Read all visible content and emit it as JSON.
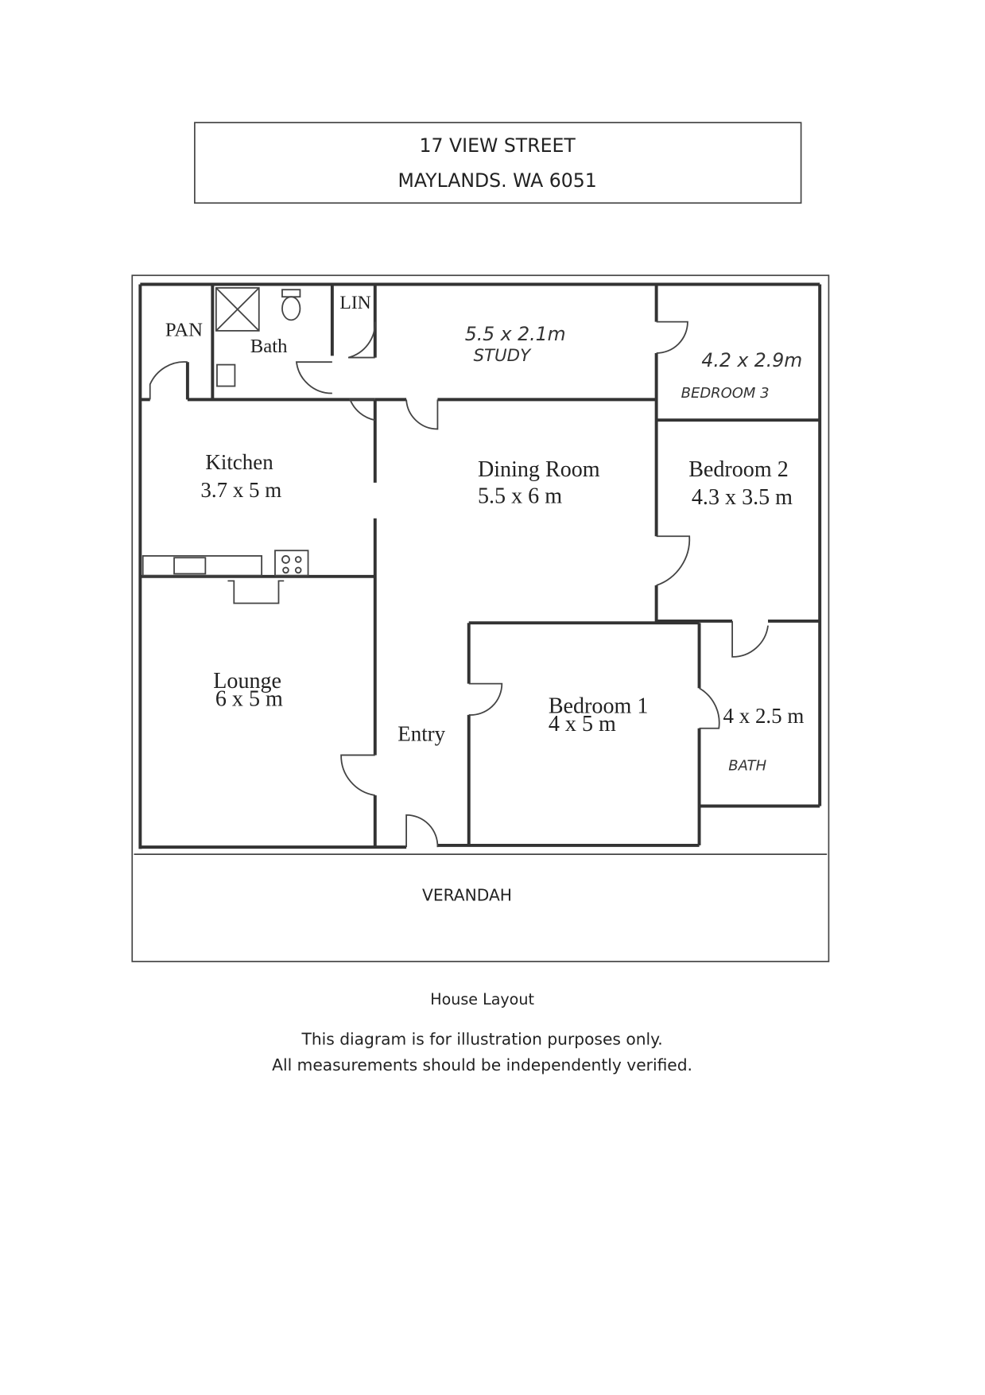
{
  "header": {
    "line1": "17 VIEW STREET",
    "line2": "MAYLANDS. WA 6051"
  },
  "rooms": {
    "pantry": "PAN",
    "bath_main": "Bath",
    "linen": "LIN",
    "study_size": "5.5 x 2.1m",
    "study": "STUDY",
    "bedroom3_size": "4.2 x 2.9m",
    "bedroom3": "BEDROOM 3",
    "kitchen": "Kitchen",
    "kitchen_size": "3.7 x 5 m",
    "dining": "Dining Room",
    "dining_size": "5.5 x 6 m",
    "bedroom2": "Bedroom 2",
    "bedroom2_size": "4.3 x 3.5 m",
    "lounge": "Lounge",
    "lounge_size": "6 x 5 m",
    "entry": "Entry",
    "bedroom1": "Bedroom 1",
    "bedroom1_size": "4 x 5 m",
    "bath2_size": "4 x 2.5 m",
    "bath2": "BATH",
    "verandah": "VERANDAH"
  },
  "caption": {
    "title": "House Layout",
    "line1": "This diagram is for illustration purposes only.",
    "line2": "All measurements should be independently verified."
  }
}
